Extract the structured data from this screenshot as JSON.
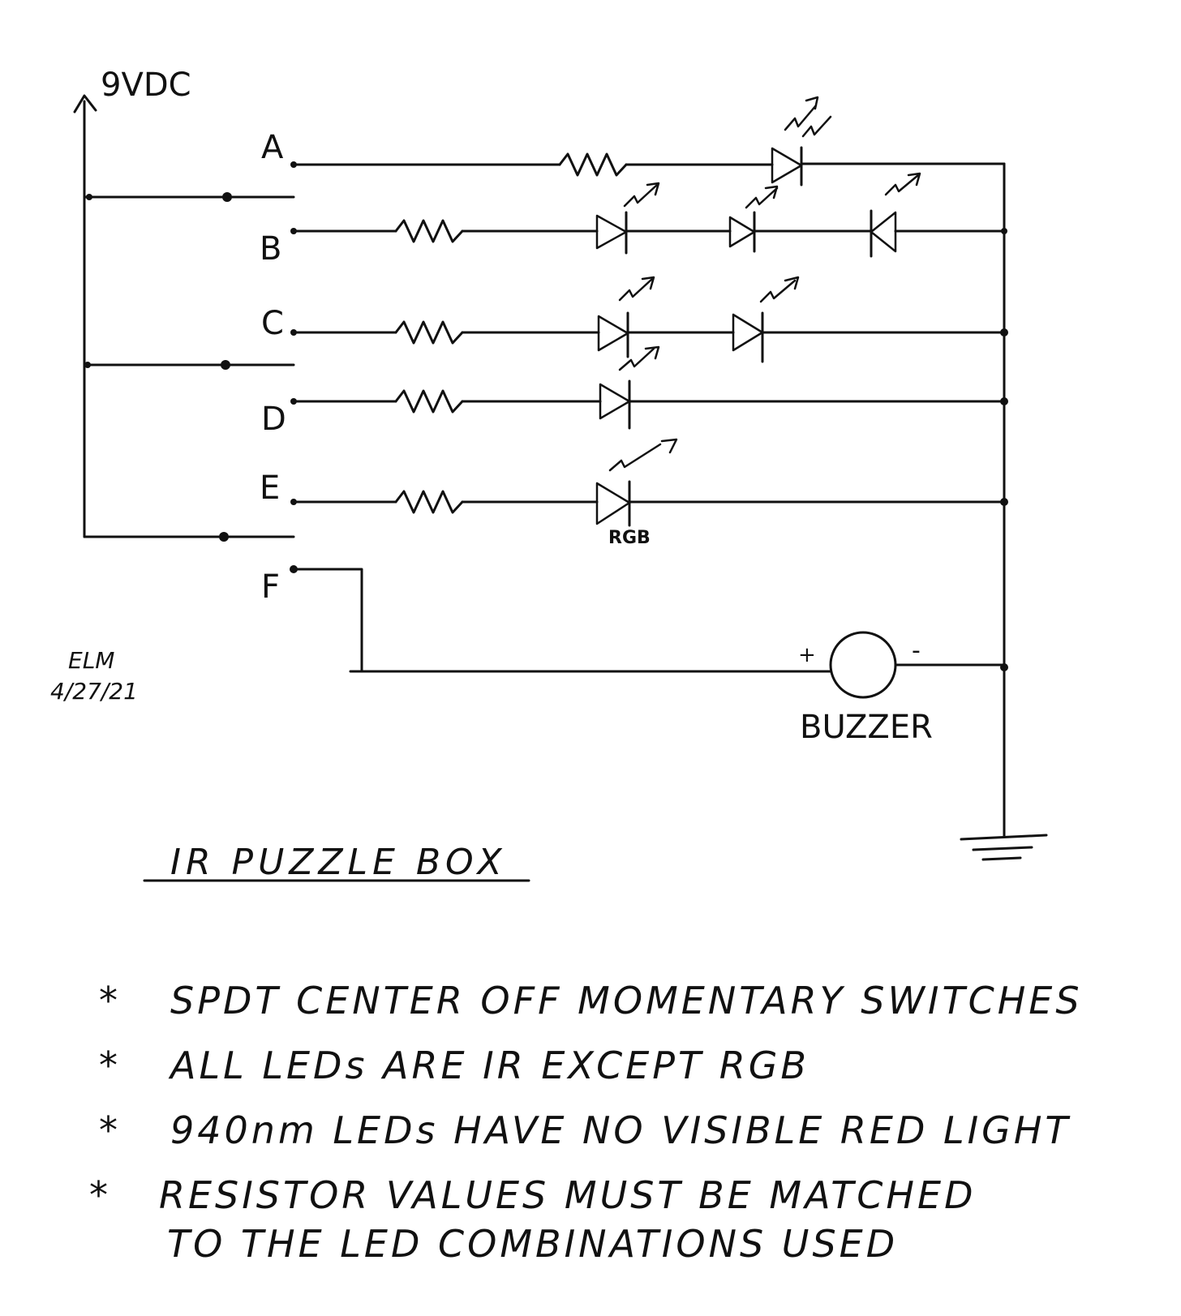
{
  "supply_label": "9VDC",
  "line_labels": [
    "A",
    "B",
    "C",
    "D",
    "E",
    "F"
  ],
  "rgb_label": "RGB",
  "buzzer": {
    "label": "BUZZER",
    "plus": "+",
    "minus": "-"
  },
  "signature": {
    "initials": "ELM",
    "date": "4/27/21"
  },
  "title": "IR PUZZLE BOX",
  "notes": [
    "SPDT CENTER OFF MOMENTARY SWITCHES",
    "ALL LEDs ARE IR EXCEPT RGB",
    "940nm LEDs HAVE NO VISIBLE RED LIGHT",
    "RESISTOR VALUES MUST BE MATCHED",
    "TO THE LED COMBINATIONS USED"
  ],
  "bullet": "*",
  "colors": {
    "ink": "#111111",
    "paper": "#ffffff"
  }
}
